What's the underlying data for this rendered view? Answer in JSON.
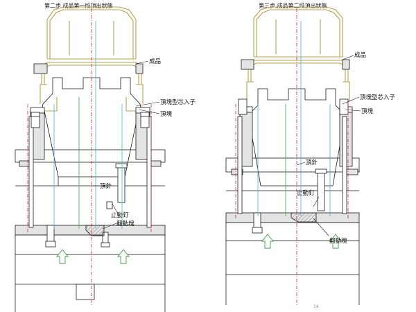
{
  "left": {
    "title": "第二步,成品第一段顶出狀態",
    "labels": {
      "product": "成品",
      "insert": "頂塊型芯入子",
      "block": "頂塊",
      "ejector_pin": "頂針",
      "stop_pin": "止動釘",
      "slide_block": "翻動塊"
    }
  },
  "right": {
    "title": "第三步,成品第二段頂出狀態",
    "labels": {
      "product": "成品",
      "insert": "頂塊型芯入子",
      "block": "頂塊",
      "ejector_pin": "頂針",
      "stop_pin": "止動釘",
      "slide_block": "翻動塊"
    },
    "page_number": "14"
  },
  "colors": {
    "line": "#1a1a1a",
    "product": "#b8a04a",
    "centerline": "#d22a2a",
    "cyan": "#3fb8d8",
    "arrow": "#3fa046"
  }
}
